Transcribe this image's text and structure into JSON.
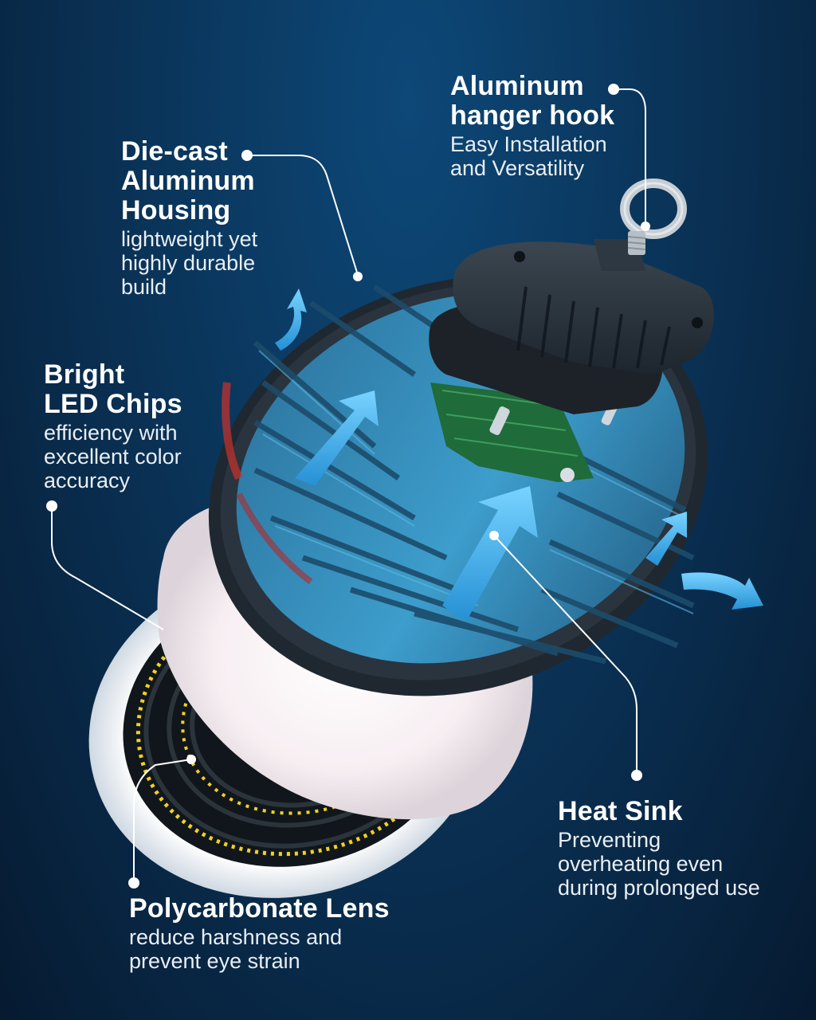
{
  "callouts": {
    "hook": {
      "title": [
        "Aluminum",
        "hanger hook"
      ],
      "desc": [
        "Easy Installation",
        "and Versatility"
      ]
    },
    "housing": {
      "title": [
        "Die-cast",
        "Aluminum",
        "Housing"
      ],
      "desc": [
        "lightweight yet",
        "highly durable",
        "build"
      ]
    },
    "led": {
      "title": [
        "Bright",
        "LED Chips"
      ],
      "desc": [
        "efficiency with",
        "excellent color",
        "accuracy"
      ]
    },
    "heatsink": {
      "title": [
        "Heat Sink"
      ],
      "desc": [
        "Preventing",
        "overheating even",
        "during prolonged use"
      ]
    },
    "lens": {
      "title": [
        "Polycarbonate Lens"
      ],
      "desc": [
        "reduce harshness and",
        "prevent eye strain"
      ]
    }
  },
  "colors": {
    "background": "#0a3459",
    "accent_arrow": "#3fb5ec",
    "housing": "#2c3640",
    "fins": "#2e7fa6",
    "pcb": "#1f6b3a",
    "lens": "#f4eef1",
    "led_chip": "#f2d31b",
    "leader_line": "#ffffff"
  },
  "icons": [
    "eye-bolt-hook",
    "airflow-arrow",
    "pcb-driver",
    "led-ring"
  ]
}
